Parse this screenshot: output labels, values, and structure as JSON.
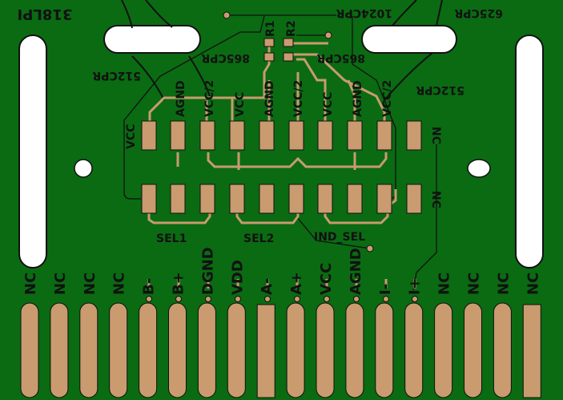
{
  "board": {
    "part_number": "318LPI",
    "colors": {
      "substrate": "#0a6b12",
      "copper": "#c99b6f",
      "silkscreen": "#111111",
      "cutout": "#ffffff"
    }
  },
  "resolution_labels": {
    "r1": "R1",
    "r2": "R2",
    "cpr_1024": "1024CPR",
    "cpr_625": "625CPR",
    "cpr_865_left": "865CPR",
    "cpr_865_right": "865CPR",
    "cpr_512_left": "512CPR",
    "cpr_512_right": "512CPR"
  },
  "top_pad_labels": [
    "VCC",
    "AGND",
    "VCC/2",
    "VCC",
    "AGND",
    "VCC/2",
    "VCC",
    "AGND",
    "VCC/2",
    "NC"
  ],
  "bottom_side_labels": {
    "vcc_left": "VCC",
    "nc_right": "NC"
  },
  "selector_labels": {
    "sel1": "SEL1",
    "sel2": "SEL2",
    "ind_sel": "IND_SEL"
  },
  "edge_pins": [
    "NC",
    "NC",
    "NC",
    "NC",
    "B-",
    "B+",
    "DGND",
    "VDD",
    "A-",
    "A+",
    "VCC",
    "AGND",
    "I-",
    "I+",
    "NC",
    "NC",
    "NC",
    "NC"
  ]
}
